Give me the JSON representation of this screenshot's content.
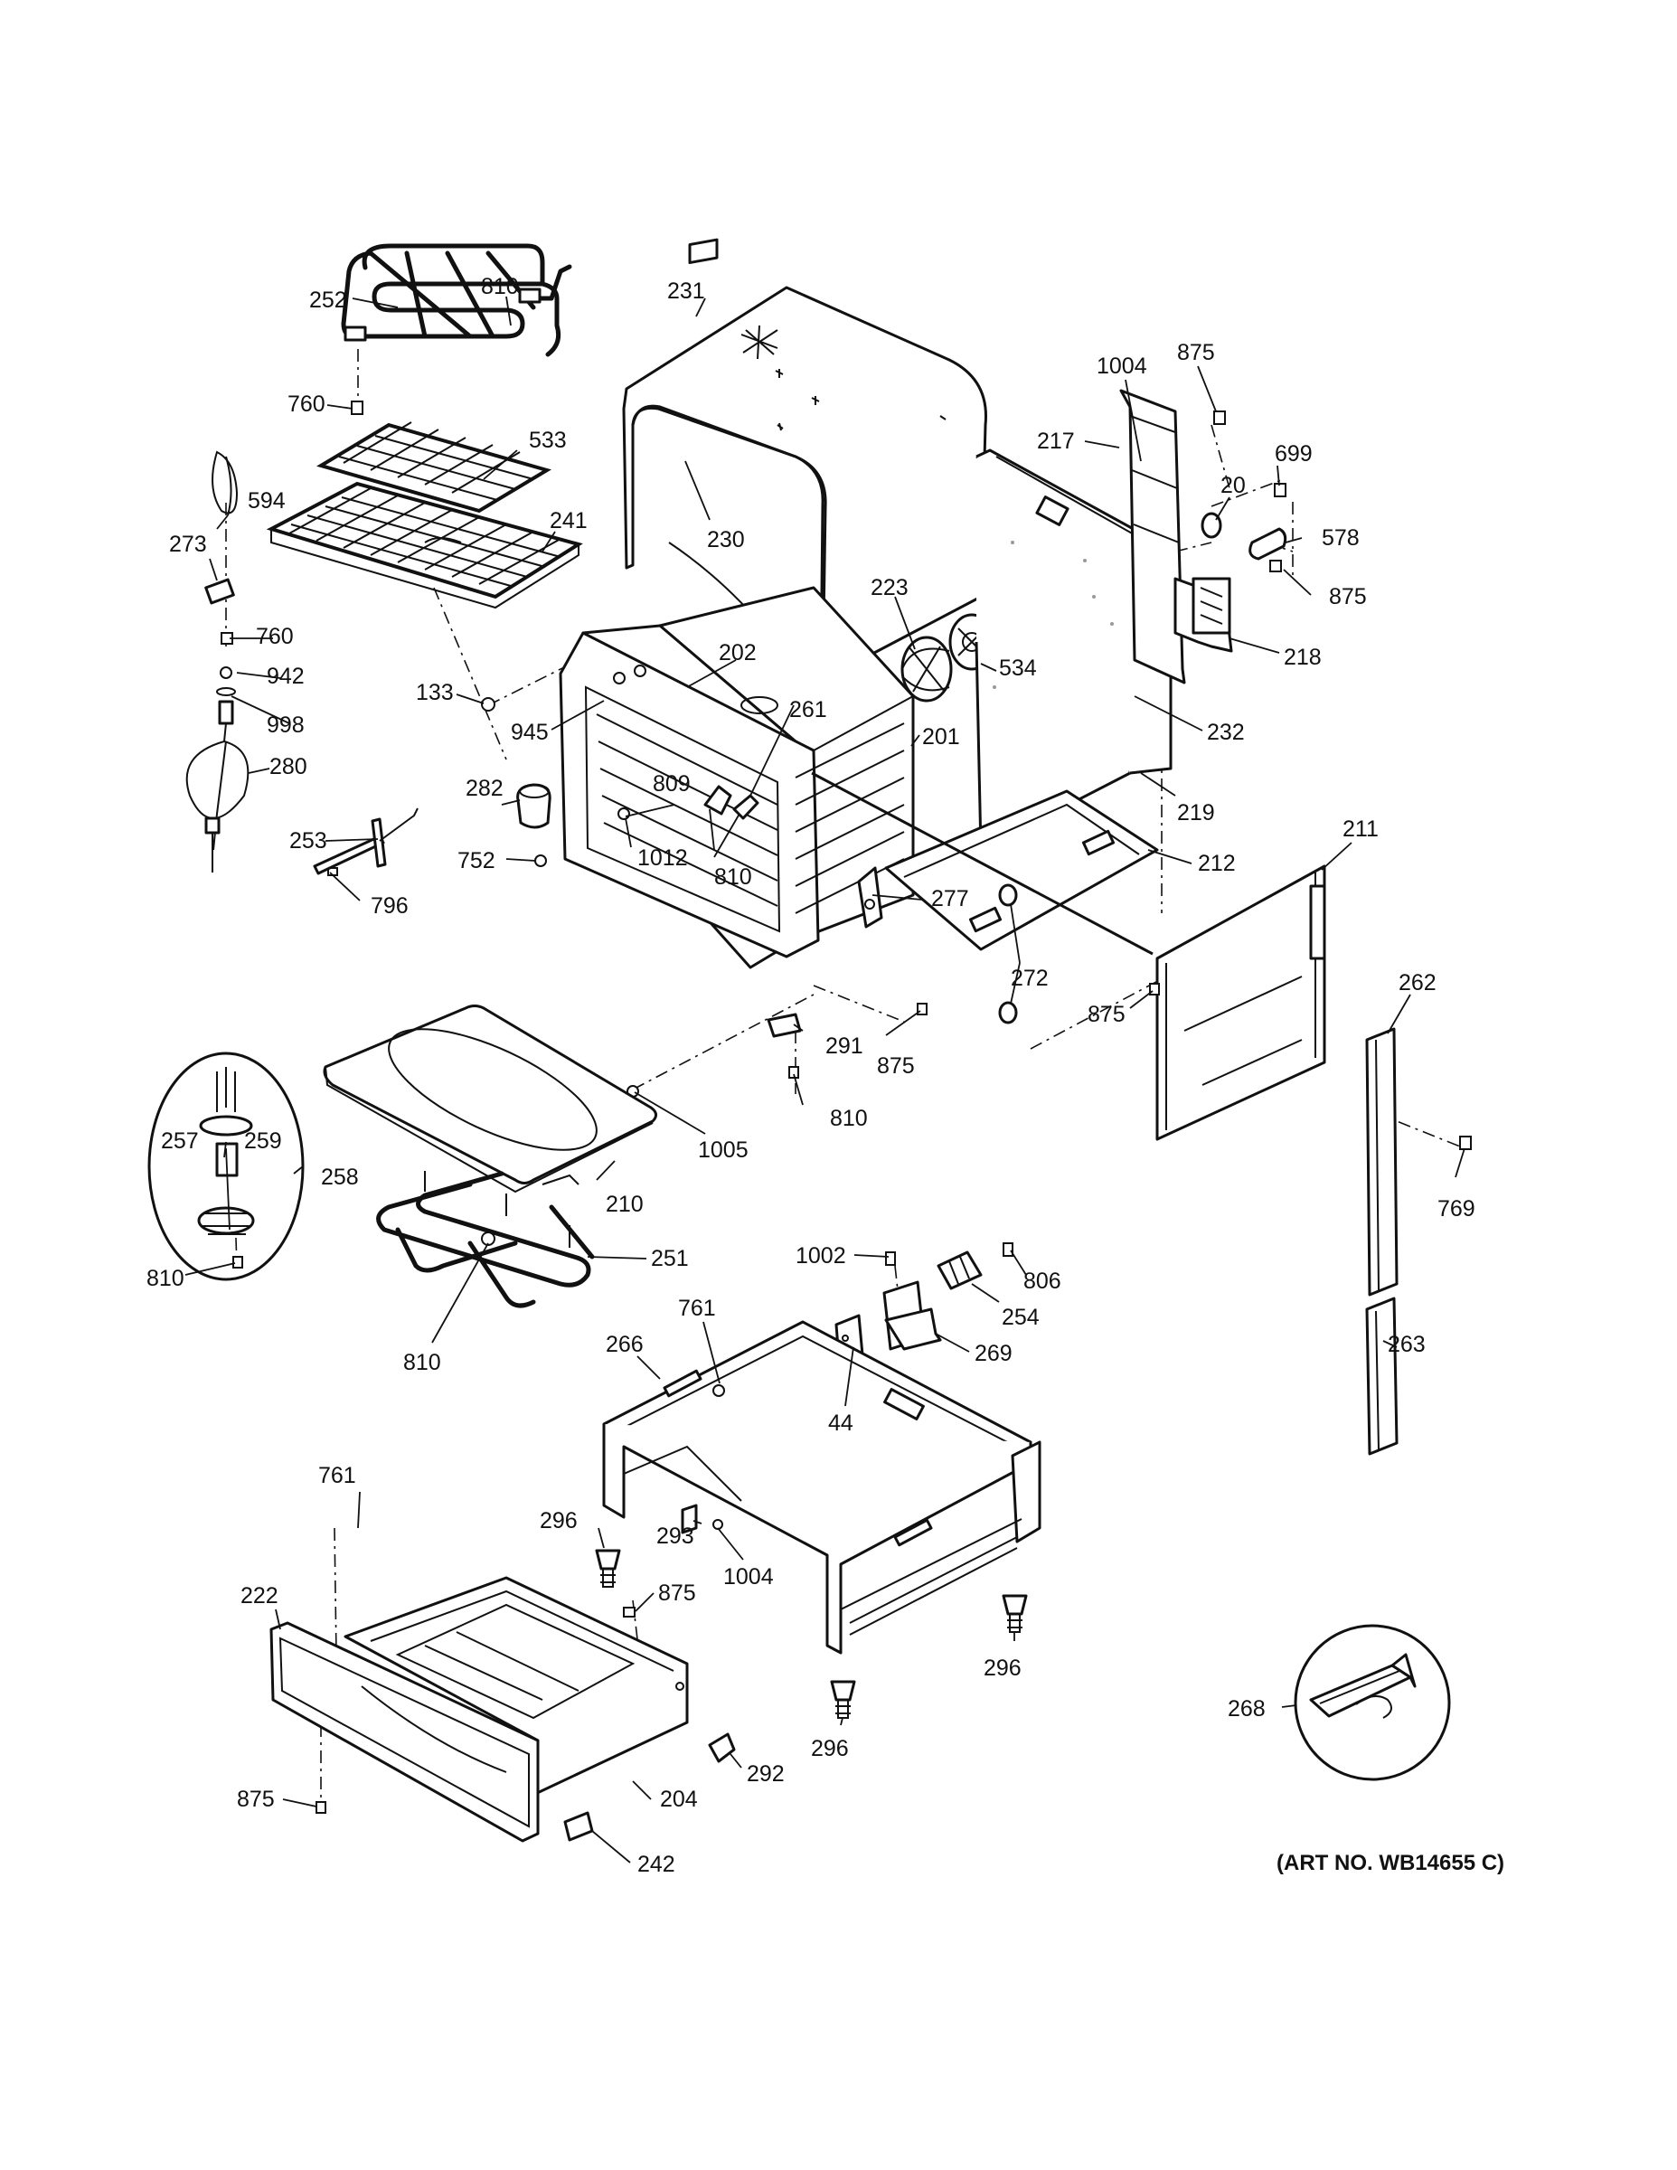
{
  "art_number": "(ART NO. WB14655 C)",
  "labels": {
    "p252": "252",
    "p810a": "810",
    "p760a": "760",
    "p533": "533",
    "p594": "594",
    "p273": "273",
    "p241": "241",
    "p760b": "760",
    "p942": "942",
    "p998": "998",
    "p280": "280",
    "p133": "133",
    "p253": "253",
    "p796": "796",
    "p282": "282",
    "p752": "752",
    "p231": "231",
    "p230": "230",
    "p202": "202",
    "p945": "945",
    "p261": "261",
    "p809": "809",
    "p1012": "1012",
    "p810b": "810",
    "p201": "201",
    "p223": "223",
    "p534": "534",
    "p1004a": "1004",
    "p875a": "875",
    "p217": "217",
    "p20": "20",
    "p699": "699",
    "p578": "578",
    "p875b": "875",
    "p218": "218",
    "p232": "232",
    "p219": "219",
    "p212": "212",
    "p277": "277",
    "p272": "272",
    "p875c": "875",
    "p211": "211",
    "p262": "262",
    "p769": "769",
    "p291": "291",
    "p875d": "875",
    "p810c": "810",
    "p1005": "1005",
    "p257": "257",
    "p259": "259",
    "p258": "258",
    "p810d": "810",
    "p210": "210",
    "p251": "251",
    "p810e": "810",
    "p1002": "1002",
    "p806": "806",
    "p254": "254",
    "p269": "269",
    "p761a": "761",
    "p266": "266",
    "p44": "44",
    "p263": "263",
    "p296a": "296",
    "p293": "293",
    "p1004b": "1004",
    "p761b": "761",
    "p222": "222",
    "p875e": "875",
    "p296b": "296",
    "p296c": "296",
    "p268": "268",
    "p875f": "875",
    "p292": "292",
    "p204": "204",
    "p242": "242"
  }
}
